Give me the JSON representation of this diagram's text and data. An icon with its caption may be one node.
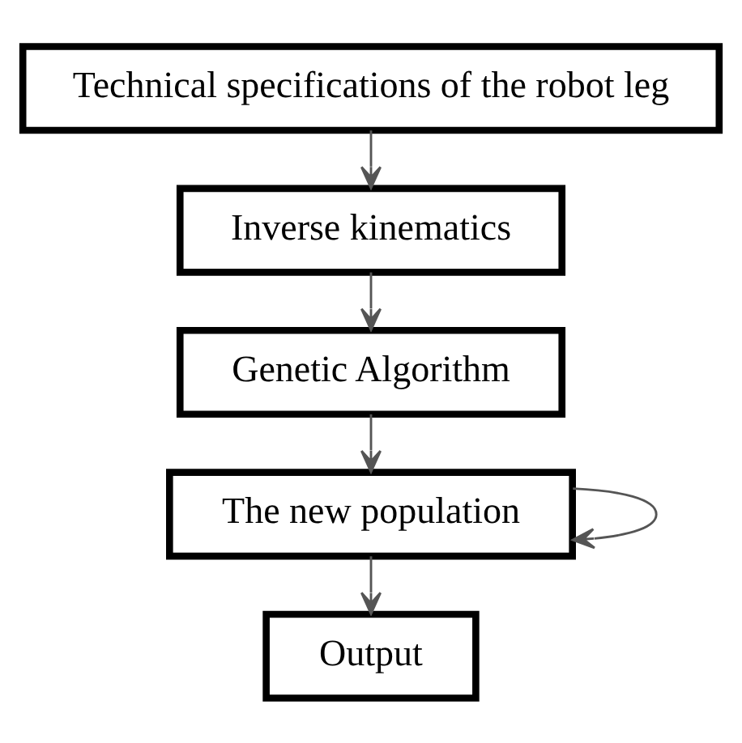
{
  "diagram": {
    "nodes": [
      {
        "text": [
          "Technical specifications of the robot leg"
        ]
      },
      {
        "text": [
          "Inverse kinematics"
        ]
      },
      {
        "text": [
          "Genetic Algorithm"
        ]
      },
      {
        "text": [
          "The new population"
        ]
      },
      {
        "text": [
          "Output"
        ]
      }
    ],
    "edges": [
      {
        "from": 0,
        "to": 1,
        "arrow": "to"
      },
      {
        "from": 1,
        "to": 2,
        "arrow": "to"
      },
      {
        "from": 2,
        "to": 3,
        "arrow": "to"
      },
      {
        "from": 3,
        "to": 4,
        "arrow": "to"
      },
      {
        "from": 3,
        "to": 3,
        "arrow": "to"
      }
    ]
  }
}
